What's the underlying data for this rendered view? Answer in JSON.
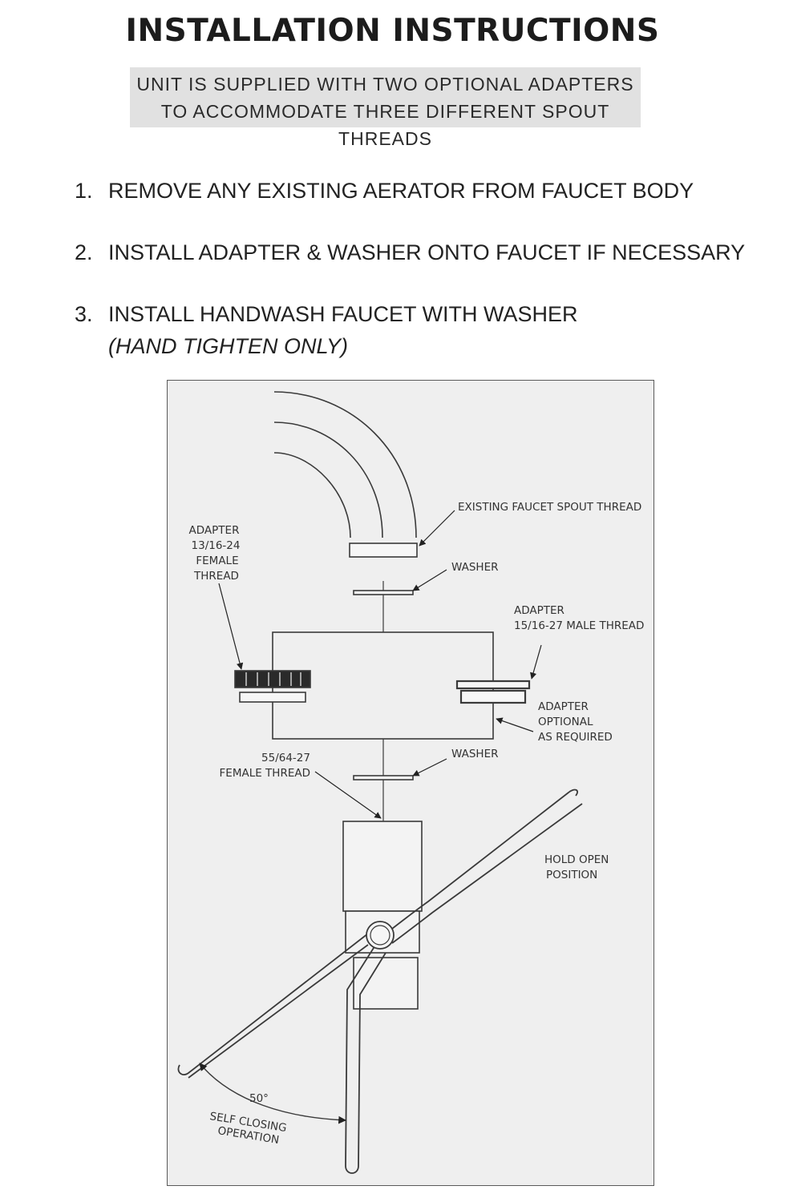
{
  "header": {
    "title": "INSTALLATION INSTRUCTIONS",
    "banner_line1": "UNIT IS SUPPLIED WITH TWO OPTIONAL ADAPTERS",
    "banner_line2": "TO ACCOMMODATE THREE DIFFERENT SPOUT THREADS"
  },
  "steps": [
    {
      "number": "1.",
      "text": "REMOVE ANY EXISTING AERATOR FROM FAUCET BODY"
    },
    {
      "number": "2.",
      "text": "INSTALL ADAPTER & WASHER ONTO FAUCET IF NECESSARY"
    },
    {
      "number": "3.",
      "text": "INSTALL HANDWASH FAUCET WITH WASHER",
      "note": "(HAND TIGHTEN ONLY)"
    }
  ],
  "diagram": {
    "labels": {
      "spout_thread": "EXISTING FAUCET SPOUT THREAD",
      "washer_top": "WASHER",
      "adapter_female": [
        "ADAPTER",
        "13/16-24",
        "FEMALE",
        "THREAD"
      ],
      "adapter_male": [
        "ADAPTER",
        "15/16-27 MALE THREAD"
      ],
      "adapter_optional": [
        "ADAPTER",
        "OPTIONAL",
        "AS REQUIRED"
      ],
      "washer_bottom": "WASHER",
      "female_thread": [
        "55/64-27",
        "FEMALE THREAD"
      ],
      "hold_open": [
        "HOLD OPEN",
        "POSITION"
      ],
      "angle": "50°",
      "self_closing": [
        "SELF CLOSING",
        "OPERATION"
      ]
    }
  }
}
